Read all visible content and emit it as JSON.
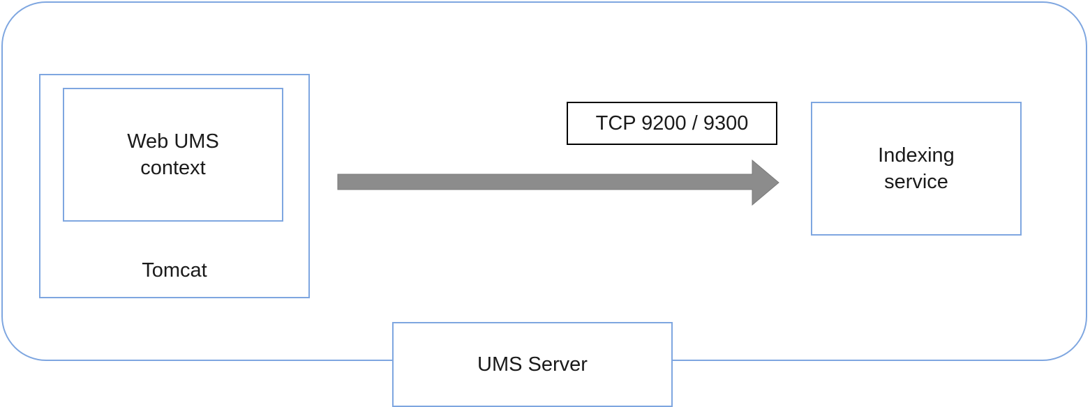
{
  "diagram": {
    "boundary_label": "UMS Server",
    "tomcat_label": "Tomcat",
    "web_context_label": "Web UMS\ncontext",
    "connection_label": "TCP 9200 / 9300",
    "indexing_label": "Indexing\nservice"
  },
  "colors": {
    "box_border": "#7ea6e0",
    "arrow_fill": "#8c8c8c",
    "label_border": "#000000"
  },
  "icons": {
    "connection": "right-arrow-icon"
  }
}
